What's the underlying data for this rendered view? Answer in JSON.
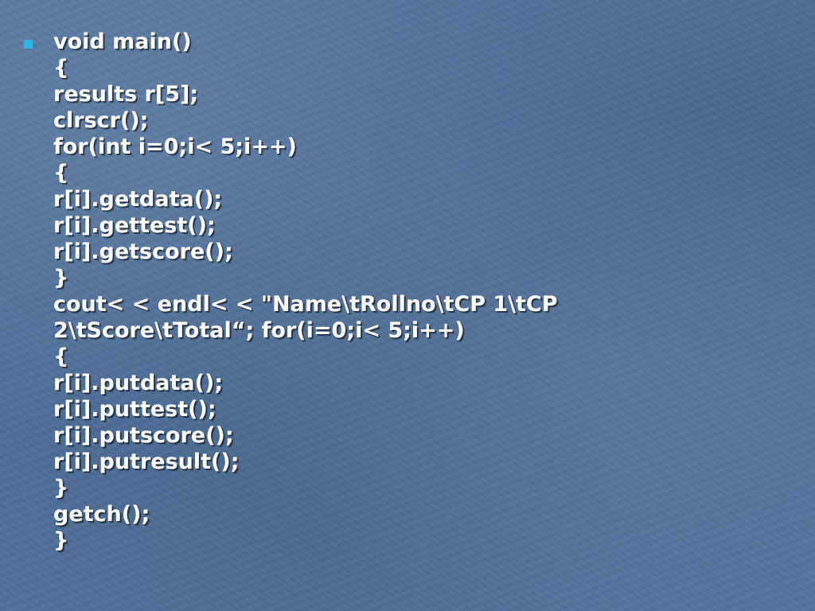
{
  "slide": {
    "bullet_color": "#2fb3e6",
    "background_color": "#4f6f99",
    "code_lines": [
      "void main()",
      "{",
      "results r[5];",
      "clrscr();",
      "for(int i=0;i< 5;i++)",
      "{",
      "r[i].getdata();",
      "r[i].gettest();",
      "r[i].getscore();",
      "}",
      "cout< < endl< < \"Name\\tRollno\\tCP 1\\tCP",
      "2\\tScore\\tTotal“; for(i=0;i< 5;i++)",
      "{",
      "r[i].putdata();",
      "r[i].puttest();",
      "r[i].putscore();",
      "r[i].putresult();",
      "}",
      "getch();",
      "}"
    ]
  }
}
